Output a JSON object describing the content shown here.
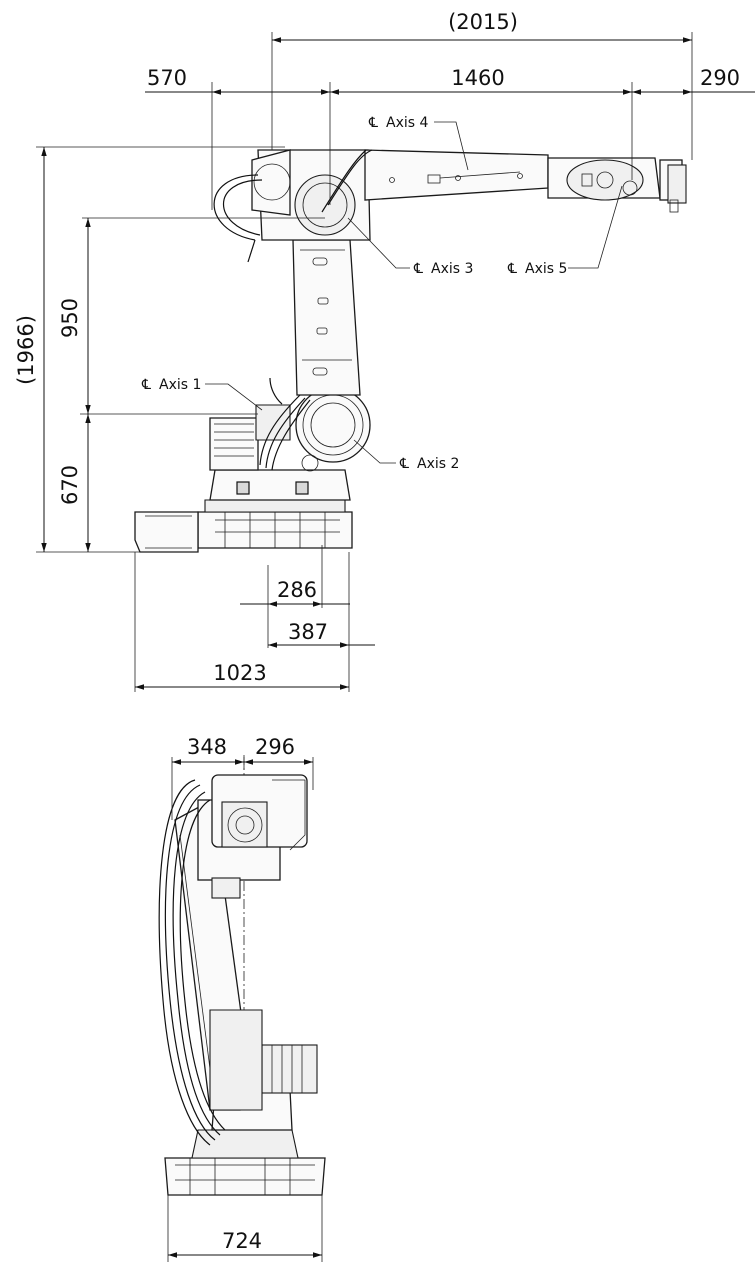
{
  "side_view": {
    "dimensions": {
      "total_reach": "(2015)",
      "rear_offset": "570",
      "arm_length": "1460",
      "wrist_length": "290",
      "total_height": "(1966)",
      "upper_arm": "950",
      "base_height": "670",
      "base_front": "286",
      "base_front_outer": "387",
      "base_total": "1023"
    },
    "axis_labels": {
      "axis1": "Axis 1",
      "axis2": "Axis 2",
      "axis3": "Axis 3",
      "axis4": "Axis 4",
      "axis5": "Axis 5"
    }
  },
  "front_view": {
    "dimensions": {
      "left_width": "348",
      "right_width": "296",
      "base_width": "724"
    }
  },
  "colors": {
    "line": "#111111",
    "background": "#ffffff"
  },
  "icons": [
    "centerline-symbol-icon"
  ]
}
